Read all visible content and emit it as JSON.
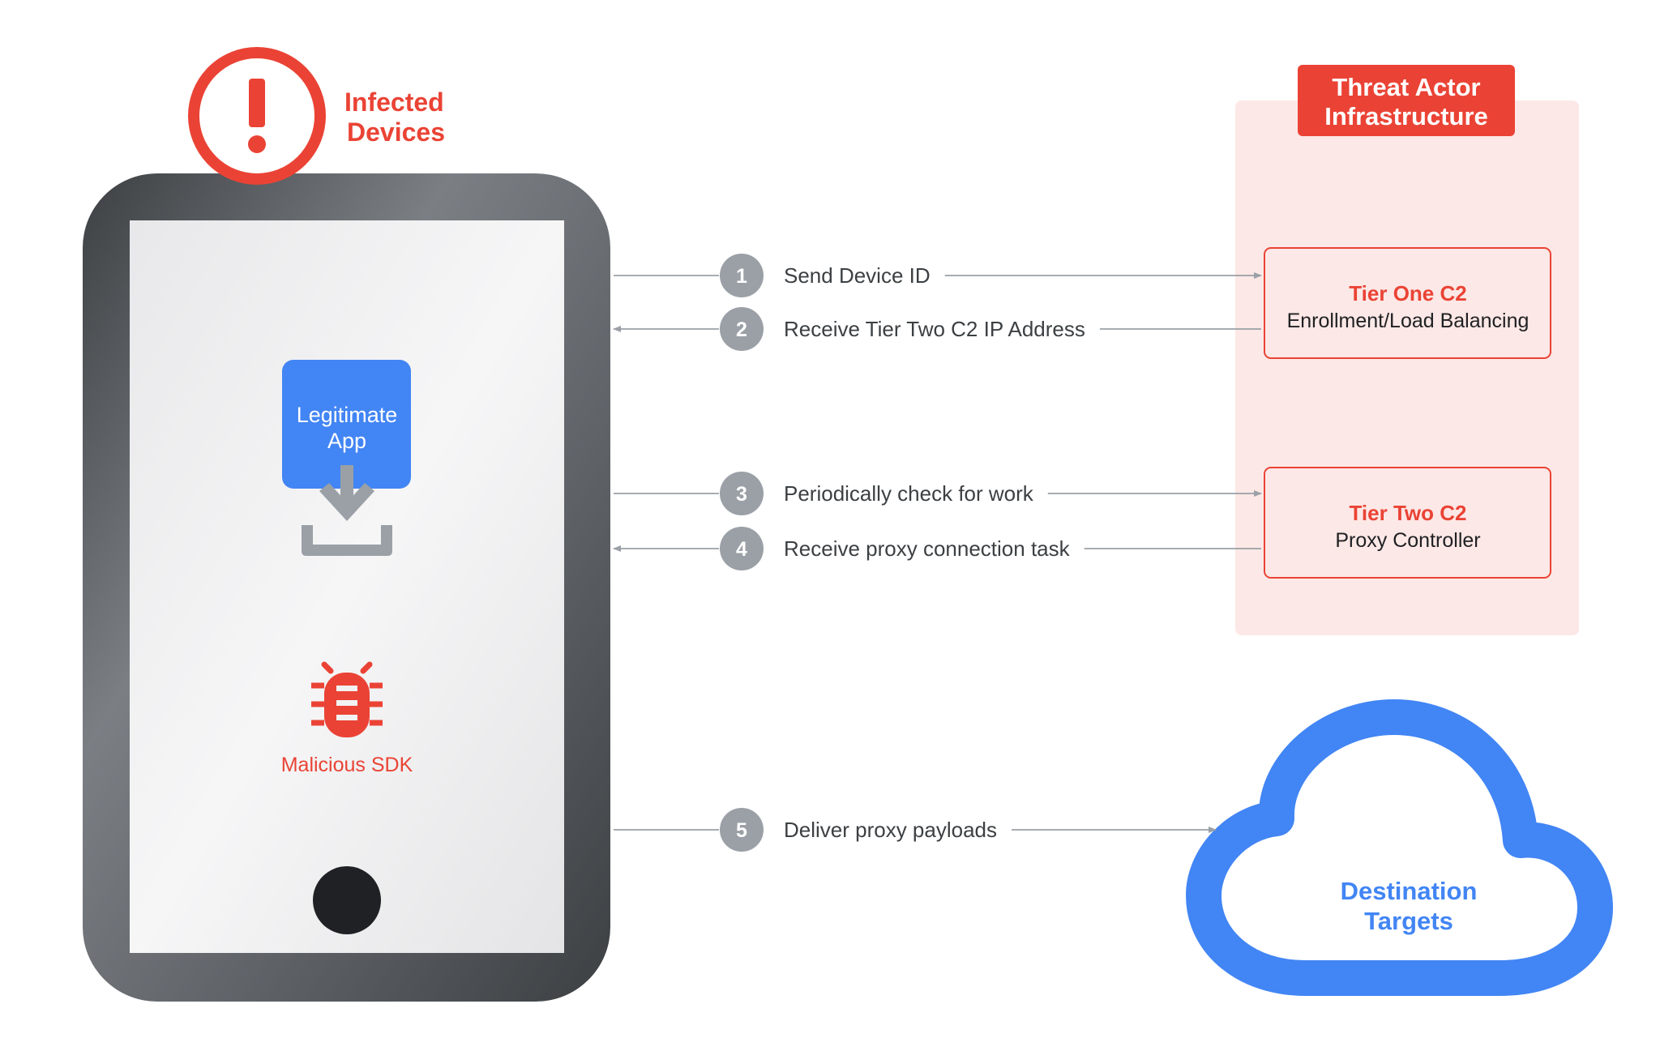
{
  "infected": {
    "line1": "Infected",
    "line2": "Devices",
    "color": "#ea4335"
  },
  "threat_actor": {
    "line1": "Threat Actor",
    "line2": "Infrastructure",
    "color": "#ea4335",
    "panel_bg": "#fce8e6"
  },
  "tier_one": {
    "title": "Tier One C2",
    "subtitle": "Enrollment/Load Balancing"
  },
  "tier_two": {
    "title": "Tier Two C2",
    "subtitle": "Proxy Controller"
  },
  "legit_app": {
    "line1": "Legitimate",
    "line2": "App",
    "color": "#4285f4"
  },
  "malicious_sdk": {
    "label": "Malicious SDK",
    "icon": "bug-icon",
    "color": "#ea4335"
  },
  "destination": {
    "line1": "Destination",
    "line2": "Targets",
    "color": "#4285f4"
  },
  "steps": [
    {
      "num": "1",
      "label": "Send Device ID",
      "direction": "to-c2"
    },
    {
      "num": "2",
      "label": "Receive Tier Two C2 IP Address",
      "direction": "to-device"
    },
    {
      "num": "3",
      "label": "Periodically check for work",
      "direction": "to-c2"
    },
    {
      "num": "4",
      "label": "Receive proxy connection task",
      "direction": "to-device"
    },
    {
      "num": "5",
      "label": "Deliver proxy payloads",
      "direction": "to-targets"
    }
  ],
  "colors": {
    "step_badge": "#9aa0a6",
    "line": "#9aa0a6",
    "text": "#3c4043"
  }
}
